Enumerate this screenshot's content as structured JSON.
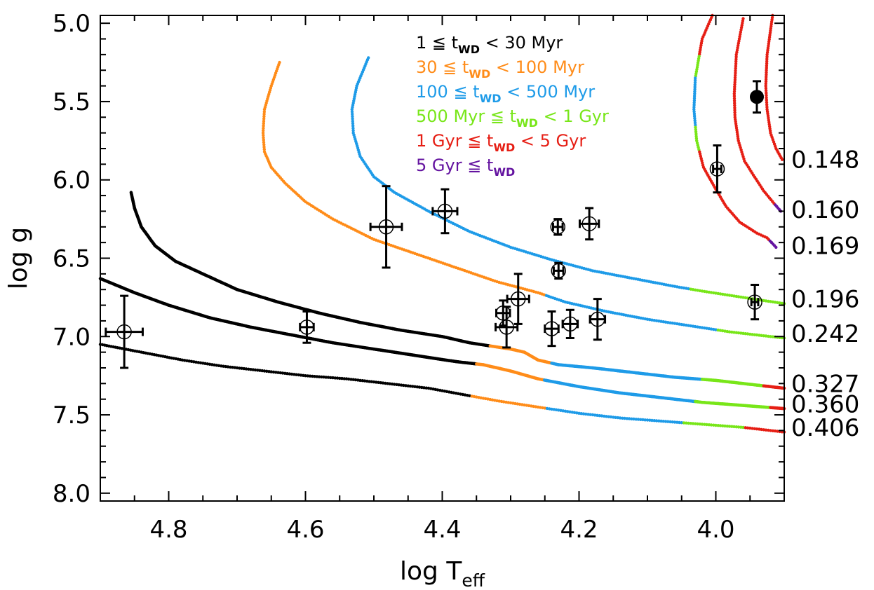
{
  "chart_data": {
    "type": "scatter",
    "title": "",
    "xlabel": {
      "main": "log T",
      "sub": "eff"
    },
    "ylabel": "log g",
    "xlim": [
      4.9,
      3.9
    ],
    "ylim": [
      8.05,
      4.95
    ],
    "x_reversed": true,
    "y_reversed": true,
    "x_ticks": [
      4.8,
      4.6,
      4.4,
      4.2,
      4.0
    ],
    "x_tick_labels": [
      "4.8",
      "4.6",
      "4.4",
      "4.2",
      "4.0"
    ],
    "y_ticks": [
      5.0,
      5.5,
      6.0,
      6.5,
      7.0,
      7.5,
      8.0
    ],
    "y_tick_labels": [
      "5.0",
      "5.5",
      "6.0",
      "6.5",
      "7.0",
      "7.5",
      "8.0"
    ],
    "grid": false,
    "legend_position": "top-right",
    "age_colors": {
      "a1": "#000000",
      "a2": "#ff8c19",
      "a3": "#1e9be8",
      "a4": "#78e619",
      "a5": "#e61e14",
      "a6": "#6414a0"
    },
    "legend": [
      {
        "pre": "1 ≦ t",
        "sub": "WD",
        "post": " < 30 Myr",
        "color": "#000000"
      },
      {
        "pre": "30 ≦ t",
        "sub": "WD",
        "post": " < 100 Myr",
        "color": "#ff8c19"
      },
      {
        "pre": "100 ≦ t",
        "sub": "WD",
        "post": " < 500 Myr",
        "color": "#1e9be8"
      },
      {
        "pre": "500 Myr ≦ t",
        "sub": "WD",
        "post": " < 1 Gyr",
        "color": "#78e619"
      },
      {
        "pre": "1 Gyr ≦ t",
        "sub": "WD",
        "post": " < 5 Gyr",
        "color": "#e61e14"
      },
      {
        "pre": "5 Gyr ≦ t",
        "sub": "WD",
        "post": "",
        "color": "#6414a0"
      }
    ],
    "tracks": [
      {
        "mass_label": "0.148",
        "label_logg": 5.87,
        "style": "dotted",
        "points": [
          [
            4.005,
            4.95
          ],
          [
            4.02,
            5.1
          ],
          [
            4.03,
            5.35
          ],
          [
            4.032,
            5.55
          ],
          [
            4.028,
            5.75
          ],
          [
            4.018,
            5.92
          ],
          [
            4.0,
            6.06
          ],
          [
            3.985,
            6.17
          ],
          [
            3.965,
            6.27
          ],
          [
            3.94,
            6.34
          ],
          [
            3.925,
            6.37
          ],
          [
            3.912,
            6.43
          ]
        ],
        "segments": [
          {
            "x_from": 4.04,
            "x_to": 4.03,
            "color": "#1e9be8"
          },
          {
            "x_from": 4.03,
            "x_to": 4.024,
            "color": "#78e619"
          },
          {
            "x_from": 4.024,
            "x_to": 3.922,
            "color": "#e61e14"
          },
          {
            "x_from": 3.922,
            "x_to": 3.9,
            "color": "#6414a0"
          }
        ]
      },
      {
        "mass_label": "0.160",
        "label_logg": 6.19,
        "style": "dotted",
        "points": [
          [
            3.96,
            4.97
          ],
          [
            3.97,
            5.2
          ],
          [
            3.973,
            5.45
          ],
          [
            3.972,
            5.6
          ],
          [
            3.967,
            5.75
          ],
          [
            3.958,
            5.88
          ],
          [
            3.945,
            5.97
          ],
          [
            3.93,
            6.07
          ],
          [
            3.915,
            6.15
          ],
          [
            3.905,
            6.2
          ]
        ],
        "segments": [
          {
            "x_from": 4.0,
            "x_to": 3.915,
            "color": "#e61e14"
          },
          {
            "x_from": 3.915,
            "x_to": 3.9,
            "color": "#6414a0"
          }
        ]
      },
      {
        "mass_label": "0.169",
        "label_logg": 6.42,
        "style": "dotted",
        "points": [
          [
            3.917,
            4.95
          ],
          [
            3.925,
            5.2
          ],
          [
            3.927,
            5.4
          ],
          [
            3.925,
            5.55
          ],
          [
            3.92,
            5.7
          ],
          [
            3.912,
            5.8
          ],
          [
            3.903,
            5.87
          ]
        ],
        "segments": [
          {
            "x_from": 4.0,
            "x_to": 3.9,
            "color": "#e61e14"
          }
        ]
      },
      {
        "mass_label": "0.196",
        "label_logg": 6.76,
        "style": "dotted",
        "points": [
          [
            4.508,
            5.22
          ],
          [
            4.525,
            5.4
          ],
          [
            4.532,
            5.55
          ],
          [
            4.53,
            5.7
          ],
          [
            4.52,
            5.85
          ],
          [
            4.5,
            5.98
          ],
          [
            4.47,
            6.08
          ],
          [
            4.42,
            6.2
          ],
          [
            4.36,
            6.33
          ],
          [
            4.3,
            6.43
          ],
          [
            4.24,
            6.51
          ],
          [
            4.18,
            6.58
          ],
          [
            4.12,
            6.63
          ],
          [
            4.06,
            6.68
          ],
          [
            4.02,
            6.71
          ],
          [
            3.96,
            6.75
          ],
          [
            3.9,
            6.79
          ]
        ],
        "segments": [
          {
            "x_from": 4.6,
            "x_to": 4.04,
            "color": "#1e9be8"
          },
          {
            "x_from": 4.04,
            "x_to": 3.96,
            "color": "#78e619"
          },
          {
            "x_from": 3.96,
            "x_to": 3.9,
            "color": "#78e619"
          }
        ]
      },
      {
        "mass_label": "0.242",
        "label_logg": 6.98,
        "style": "dotted",
        "points": [
          [
            4.638,
            5.25
          ],
          [
            4.65,
            5.4
          ],
          [
            4.66,
            5.55
          ],
          [
            4.662,
            5.7
          ],
          [
            4.66,
            5.82
          ],
          [
            4.65,
            5.92
          ],
          [
            4.63,
            6.02
          ],
          [
            4.6,
            6.14
          ],
          [
            4.56,
            6.25
          ],
          [
            4.5,
            6.38
          ],
          [
            4.44,
            6.47
          ],
          [
            4.38,
            6.56
          ],
          [
            4.32,
            6.65
          ],
          [
            4.26,
            6.72
          ],
          [
            4.22,
            6.78
          ],
          [
            4.16,
            6.84
          ],
          [
            4.1,
            6.89
          ],
          [
            4.04,
            6.93
          ],
          [
            3.98,
            6.97
          ],
          [
            3.94,
            6.99
          ],
          [
            3.9,
            7.01
          ]
        ],
        "segments": [
          {
            "x_from": 4.7,
            "x_to": 4.25,
            "color": "#ff8c19"
          },
          {
            "x_from": 4.25,
            "x_to": 4.0,
            "color": "#1e9be8"
          },
          {
            "x_from": 4.0,
            "x_to": 3.9,
            "color": "#78e619"
          }
        ]
      },
      {
        "mass_label": "0.327",
        "label_logg": 7.3,
        "style": "solid",
        "points": [
          [
            4.855,
            6.08
          ],
          [
            4.85,
            6.18
          ],
          [
            4.84,
            6.3
          ],
          [
            4.82,
            6.42
          ],
          [
            4.79,
            6.52
          ],
          [
            4.75,
            6.6
          ],
          [
            4.7,
            6.7
          ],
          [
            4.64,
            6.78
          ],
          [
            4.58,
            6.85
          ],
          [
            4.52,
            6.91
          ],
          [
            4.46,
            6.96
          ],
          [
            4.4,
            7.0
          ],
          [
            4.36,
            7.04
          ],
          [
            4.33,
            7.06
          ],
          [
            4.3,
            7.08
          ],
          [
            4.28,
            7.1
          ],
          [
            4.26,
            7.15
          ],
          [
            4.23,
            7.18
          ],
          [
            4.18,
            7.2
          ],
          [
            4.12,
            7.23
          ],
          [
            4.06,
            7.26
          ],
          [
            4.0,
            7.28
          ],
          [
            3.94,
            7.31
          ],
          [
            3.9,
            7.33
          ]
        ],
        "segments": [
          {
            "x_from": 4.9,
            "x_to": 4.33,
            "color": "#000000"
          },
          {
            "x_from": 4.33,
            "x_to": 4.24,
            "color": "#ff8c19"
          },
          {
            "x_from": 4.24,
            "x_to": 4.02,
            "color": "#1e9be8"
          },
          {
            "x_from": 4.02,
            "x_to": 3.93,
            "color": "#78e619"
          },
          {
            "x_from": 3.93,
            "x_to": 3.9,
            "color": "#e61e14"
          }
        ]
      },
      {
        "mass_label": "0.360",
        "label_logg": 7.43,
        "style": "solid",
        "points": [
          [
            4.9,
            6.63
          ],
          [
            4.85,
            6.72
          ],
          [
            4.8,
            6.8
          ],
          [
            4.74,
            6.88
          ],
          [
            4.68,
            6.94
          ],
          [
            4.62,
            6.99
          ],
          [
            4.56,
            7.04
          ],
          [
            4.5,
            7.08
          ],
          [
            4.44,
            7.12
          ],
          [
            4.38,
            7.16
          ],
          [
            4.34,
            7.18
          ],
          [
            4.3,
            7.22
          ],
          [
            4.26,
            7.27
          ],
          [
            4.2,
            7.32
          ],
          [
            4.14,
            7.36
          ],
          [
            4.08,
            7.39
          ],
          [
            4.02,
            7.42
          ],
          [
            3.96,
            7.44
          ],
          [
            3.9,
            7.46
          ]
        ],
        "segments": [
          {
            "x_from": 4.9,
            "x_to": 4.35,
            "color": "#000000"
          },
          {
            "x_from": 4.35,
            "x_to": 4.25,
            "color": "#ff8c19"
          },
          {
            "x_from": 4.25,
            "x_to": 4.03,
            "color": "#1e9be8"
          },
          {
            "x_from": 4.03,
            "x_to": 3.92,
            "color": "#78e619"
          },
          {
            "x_from": 3.92,
            "x_to": 3.9,
            "color": "#e61e14"
          }
        ]
      },
      {
        "mass_label": "0.406",
        "label_logg": 7.58,
        "style": "dotted",
        "points": [
          [
            4.9,
            7.05
          ],
          [
            4.84,
            7.1
          ],
          [
            4.78,
            7.15
          ],
          [
            4.72,
            7.19
          ],
          [
            4.66,
            7.22
          ],
          [
            4.6,
            7.25
          ],
          [
            4.54,
            7.27
          ],
          [
            4.48,
            7.3
          ],
          [
            4.42,
            7.33
          ],
          [
            4.37,
            7.37
          ],
          [
            4.32,
            7.41
          ],
          [
            4.26,
            7.45
          ],
          [
            4.2,
            7.49
          ],
          [
            4.14,
            7.52
          ],
          [
            4.08,
            7.54
          ],
          [
            4.02,
            7.56
          ],
          [
            3.96,
            7.58
          ],
          [
            3.9,
            7.61
          ]
        ],
        "segments": [
          {
            "x_from": 4.9,
            "x_to": 4.36,
            "color": "#000000"
          },
          {
            "x_from": 4.36,
            "x_to": 4.25,
            "color": "#ff8c19"
          },
          {
            "x_from": 4.25,
            "x_to": 4.05,
            "color": "#1e9be8"
          },
          {
            "x_from": 4.05,
            "x_to": 3.96,
            "color": "#78e619"
          },
          {
            "x_from": 3.96,
            "x_to": 3.9,
            "color": "#e61e14"
          }
        ]
      }
    ],
    "observations": [
      {
        "logTeff": 4.865,
        "logg": 6.97,
        "xerr": 0.027,
        "yerr": 0.23,
        "marker": "open"
      },
      {
        "logTeff": 4.598,
        "logg": 6.94,
        "xerr": 0.01,
        "yerr": 0.1,
        "marker": "open"
      },
      {
        "logTeff": 4.482,
        "logg": 6.3,
        "xerr": 0.023,
        "yerr": 0.26,
        "marker": "open"
      },
      {
        "logTeff": 4.396,
        "logg": 6.2,
        "xerr": 0.018,
        "yerr": 0.14,
        "marker": "open"
      },
      {
        "logTeff": 4.311,
        "logg": 6.85,
        "xerr": 0.01,
        "yerr": 0.08,
        "marker": "open"
      },
      {
        "logTeff": 4.306,
        "logg": 6.94,
        "xerr": 0.016,
        "yerr": 0.13,
        "marker": "open"
      },
      {
        "logTeff": 4.289,
        "logg": 6.76,
        "xerr": 0.016,
        "yerr": 0.16,
        "marker": "open"
      },
      {
        "logTeff": 4.24,
        "logg": 6.95,
        "xerr": 0.01,
        "yerr": 0.11,
        "marker": "open"
      },
      {
        "logTeff": 4.231,
        "logg": 6.3,
        "xerr": 0.007,
        "yerr": 0.05,
        "marker": "open"
      },
      {
        "logTeff": 4.23,
        "logg": 6.58,
        "xerr": 0.007,
        "yerr": 0.05,
        "marker": "open"
      },
      {
        "logTeff": 4.213,
        "logg": 6.92,
        "xerr": 0.011,
        "yerr": 0.09,
        "marker": "open"
      },
      {
        "logTeff": 4.185,
        "logg": 6.28,
        "xerr": 0.014,
        "yerr": 0.1,
        "marker": "open"
      },
      {
        "logTeff": 4.173,
        "logg": 6.89,
        "xerr": 0.011,
        "yerr": 0.13,
        "marker": "open"
      },
      {
        "logTeff": 3.998,
        "logg": 5.93,
        "xerr": 0.006,
        "yerr": 0.15,
        "marker": "open"
      },
      {
        "logTeff": 3.943,
        "logg": 6.78,
        "xerr": 0.005,
        "yerr": 0.11,
        "marker": "open"
      },
      {
        "logTeff": 3.94,
        "logg": 5.47,
        "xerr": 0.0,
        "yerr": 0.1,
        "marker": "filled"
      }
    ]
  }
}
